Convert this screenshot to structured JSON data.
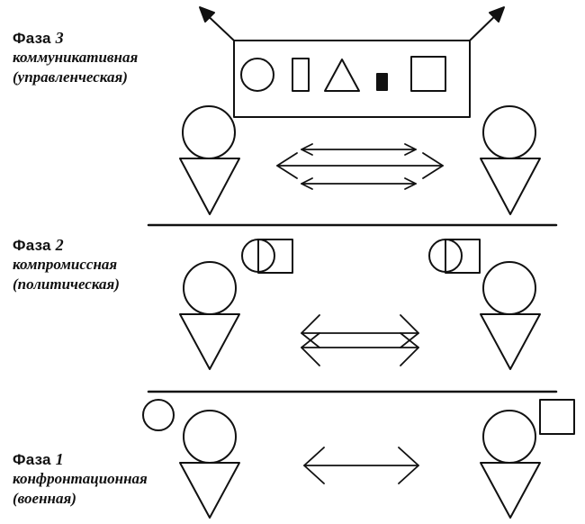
{
  "phase3": {
    "label": "Фаза",
    "number": "3",
    "line1": "коммуникативная",
    "line2": "(управленческая)"
  },
  "phase2": {
    "label": "Фаза",
    "number": "2",
    "line1": "компромиссная",
    "line2": "(политическая)"
  },
  "phase1": {
    "label": "Фаза",
    "number": "1",
    "line1": "конфронтационная",
    "line2": "(военная)"
  }
}
